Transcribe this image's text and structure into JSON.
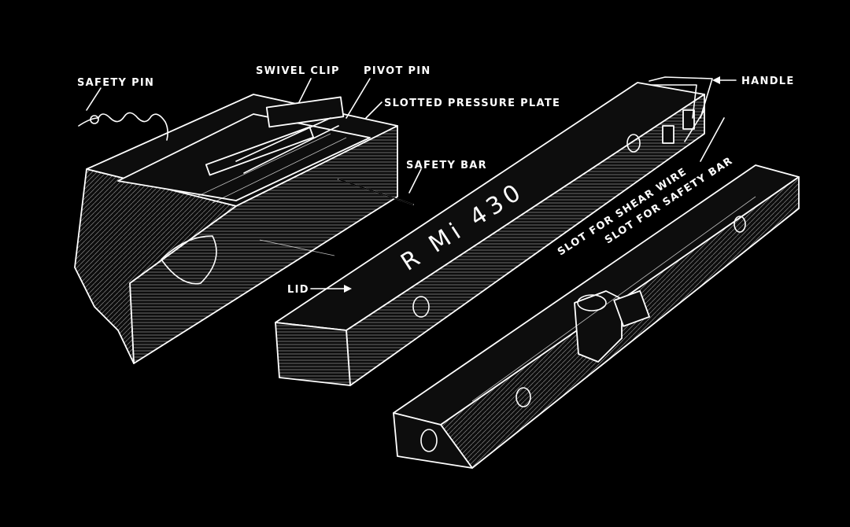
{
  "labels": {
    "safety_pin": "SAFETY PIN",
    "swivel_clip": "SWIVEL CLIP",
    "pivot_pin": "PIVOT PIN",
    "slotted_pressure_plate": "SLOTTED PRESSURE PLATE",
    "handle": "HANDLE",
    "safety_bar": "SAFETY BAR",
    "slot_for_shear_wire": "SLOT FOR SHEAR WIRE",
    "slot_for_safety_bar": "SLOT FOR SAFETY BAR",
    "lid": "LID",
    "marking": "R Mi 430"
  },
  "colors": {
    "background": "#000000",
    "ink": "#ffffff"
  }
}
